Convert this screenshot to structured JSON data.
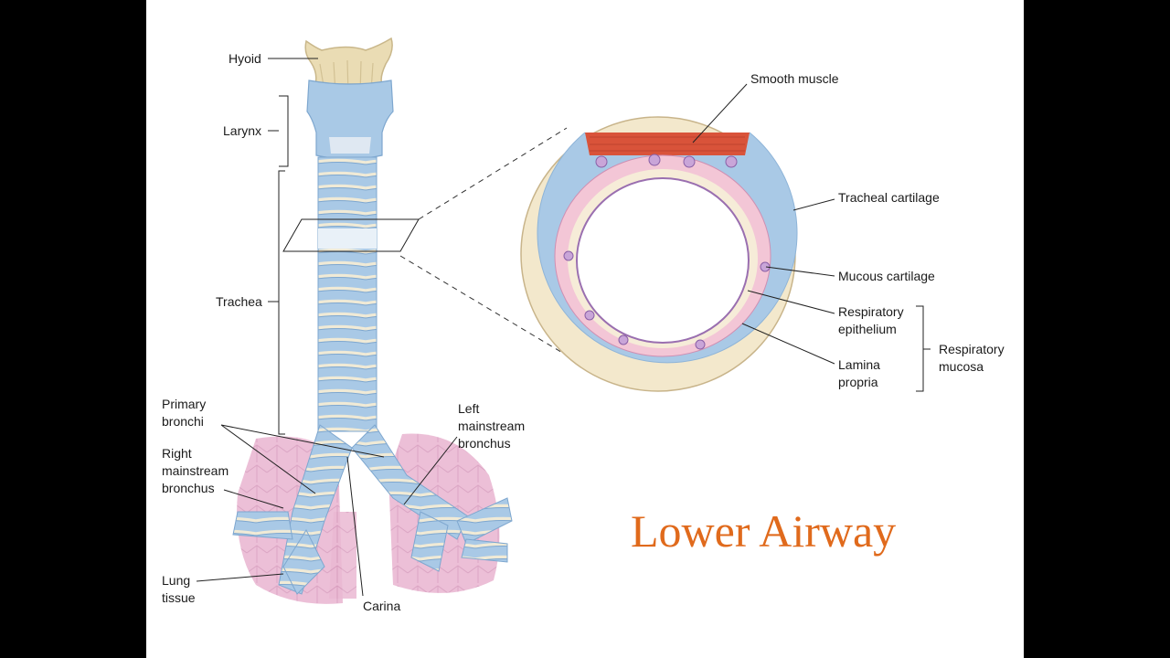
{
  "slide": {
    "title": "Lower Airway",
    "title_color": "#e06a1c",
    "background": "#ffffff"
  },
  "labels": {
    "hyoid": "Hyoid",
    "larynx": "Larynx",
    "trachea": "Trachea",
    "primary_bronchi": [
      "Primary",
      "bronchi"
    ],
    "right_mainstream_bronchus": [
      "Right",
      "mainstream",
      "bronchus"
    ],
    "left_mainstream_bronchus": [
      "Left",
      "mainstream",
      "bronchus"
    ],
    "lung_tissue": [
      "Lung",
      "tissue"
    ],
    "carina": "Carina",
    "smooth_muscle": "Smooth muscle",
    "tracheal_cartilage": "Tracheal cartilage",
    "mucous_cartilage": "Mucous cartilage",
    "respiratory_epithelium": [
      "Respiratory",
      "epithelium"
    ],
    "lamina_propria": [
      "Lamina",
      "propria"
    ],
    "respiratory_mucosa": [
      "Respiratory",
      "mucosa"
    ]
  },
  "colors": {
    "cartilage_blue": "#a9c9e6",
    "ring_highlight": "#e8e0c8",
    "smooth_muscle": "#d9533a",
    "lung_pink": "#e8b3cf",
    "mucosa_pink": "#f3c6d6",
    "hyoid_bone": "#eadcb4"
  }
}
